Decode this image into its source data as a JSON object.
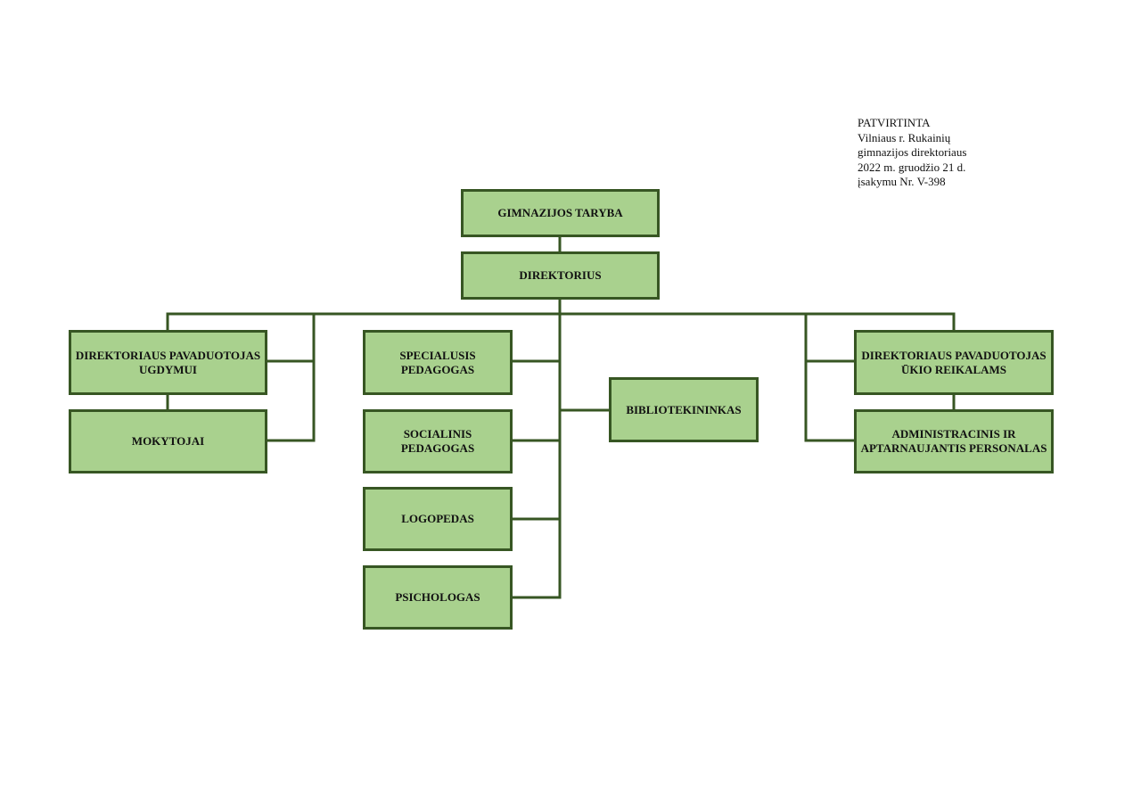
{
  "approval": {
    "line1": "PATVIRTINTA",
    "line2": "Vilniaus r. Rukainių",
    "line3": "gimnazijos direktoriaus",
    "line4": "2022 m. gruodžio 21 d.",
    "line5": "įsakymu Nr. V-398"
  },
  "nodes": {
    "council": "GIMNAZIJOS TARYBA",
    "director": "DIREKTORIUS",
    "deputy_education_l1": "DIREKTORIAUS PAVADUOTOJAS",
    "deputy_education_l2": "UGDYMUI",
    "teachers": "MOKYTOJAI",
    "special_pedagogue_l1": "SPECIALUSIS",
    "special_pedagogue_l2": "PEDAGOGAS",
    "social_pedagogue_l1": "SOCIALINIS",
    "social_pedagogue_l2": "PEDAGOGAS",
    "speech_therapist": "LOGOPEDAS",
    "psychologist": "PSICHOLOGAS",
    "librarian": "BIBLIOTEKININKAS",
    "deputy_economy_l1": "DIREKTORIAUS PAVADUOTOJAS",
    "deputy_economy_l2": "ŪKIO REIKALAMS",
    "admin_staff_l1": "ADMINISTRACINIS IR",
    "admin_staff_l2": "APTARNAUJANTIS PERSONALAS"
  },
  "colors": {
    "box_fill": "#a9d18e",
    "box_border": "#375623",
    "connector": "#375623"
  }
}
